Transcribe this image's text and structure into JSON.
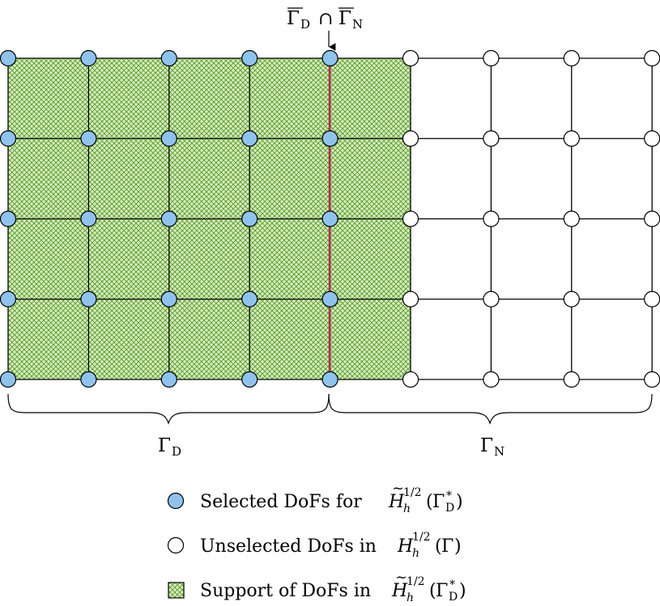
{
  "diagram": {
    "grid": {
      "columns": 8,
      "rows": 4,
      "selected_node_columns": 5,
      "support_columns": 5
    },
    "interface_label": {
      "main": "Γ",
      "sub_1": "D",
      "cap": "∩",
      "sub_2": "N"
    },
    "brace_labels": [
      {
        "main": "Γ",
        "sub": "D"
      },
      {
        "main": "Γ",
        "sub": "N"
      }
    ],
    "colors": {
      "selected_dof_fill": "#8fc3ec",
      "unselected_dof_fill": "#ffffff",
      "support_hatch": "#5a9c2a",
      "support_background": "#d7ecc0",
      "interface_line": "#b03050",
      "grid_line": "#000000"
    }
  },
  "legend": [
    {
      "marker": "selected-dof",
      "text": "Selected DoFs for",
      "math": {
        "base": "H",
        "accent": "~",
        "sub": "h",
        "sup": "1/2",
        "arg_main": "Γ",
        "arg_sup": "*",
        "arg_sub": "D"
      }
    },
    {
      "marker": "unselected-dof",
      "text": "Unselected DoFs in",
      "math": {
        "base": "H",
        "accent": "",
        "sub": "h",
        "sup": "1/2",
        "arg_main": "Γ",
        "arg_sup": "",
        "arg_sub": ""
      }
    },
    {
      "marker": "support-hatch",
      "text": "Support of DoFs in",
      "math": {
        "base": "H",
        "accent": "~",
        "sub": "h",
        "sup": "1/2",
        "arg_main": "Γ",
        "arg_sup": "*",
        "arg_sub": "D"
      }
    }
  ]
}
